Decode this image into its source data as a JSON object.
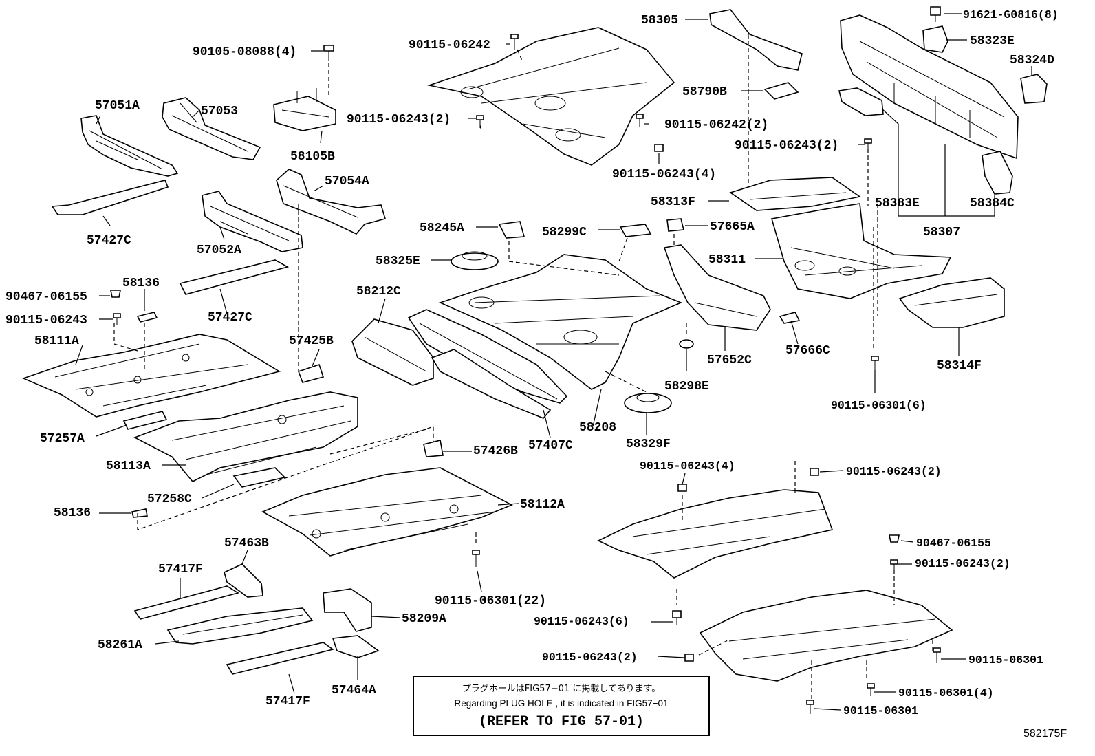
{
  "labels": {
    "p57051A": "57051A",
    "p57053": "57053",
    "p90105_08088": "90105-08088(4)",
    "p58105B": "58105B",
    "p90115_06242_top": "90115-06242",
    "p90115_06243_2a": "90115-06243(2)",
    "p90115_06242_2": "90115-06242(2)",
    "p90115_06243_4a": "90115-06243(4)",
    "p58305": "58305",
    "p91621": "91621-G0816(8)",
    "p58323E": "58323E",
    "p58324D": "58324D",
    "p58790B": "58790B",
    "p90115_06243_2b": "90115-06243(2)",
    "p57427C_a": "57427C",
    "p57052A": "57052A",
    "p57054A": "57054A",
    "p58313F": "58313F",
    "p58383E": "58383E",
    "p58384C": "58384C",
    "p58307": "58307",
    "p58245A": "58245A",
    "p58299C": "58299C",
    "p57665A": "57665A",
    "p58325E": "58325E",
    "p58311": "58311",
    "p90467_06155_a": "90467-06155",
    "p58136_a": "58136",
    "p57427C_b": "57427C",
    "p90115_06243_b": "90115-06243",
    "p58212C": "58212C",
    "p58111A": "58111A",
    "p57425B": "57425B",
    "p57652C": "57652C",
    "p57666C": "57666C",
    "p58314F": "58314F",
    "p58298E": "58298E",
    "p90115_06301_6": "90115-06301(6)",
    "p57257A": "57257A",
    "p58208": "58208",
    "p57407C": "57407C",
    "p58329F": "58329F",
    "p58113A": "58113A",
    "p57426B": "57426B",
    "p90115_06243_4b": "90115-06243(4)",
    "p90115_06243_2c": "90115-06243(2)",
    "p57258C": "57258C",
    "p58112A": "58112A",
    "p58136_b": "58136",
    "p90467_06155_b": "90467-06155",
    "p57463B": "57463B",
    "p90115_06243_2d": "90115-06243(2)",
    "p57417F_a": "57417F",
    "p90115_06301_22": "90115-06301(22)",
    "p58209A": "58209A",
    "p90115_06243_6": "90115-06243(6)",
    "p58261A": "58261A",
    "p90115_06243_2e": "90115-06243(2)",
    "p90115_06301_a": "90115-06301",
    "p90115_06301_4": "90115-06301(4)",
    "p57417F_b": "57417F",
    "p57464A": "57464A",
    "p90115_06301_b": "90115-06301"
  },
  "note": {
    "jp": "プラグホールはFIG57−01 に掲載してあります。",
    "en": "Regarding PLUG HOLE , it is indicated in FIG57−01",
    "ref": "(REFER TO FIG 57-01)"
  },
  "figure_code": "582175F"
}
